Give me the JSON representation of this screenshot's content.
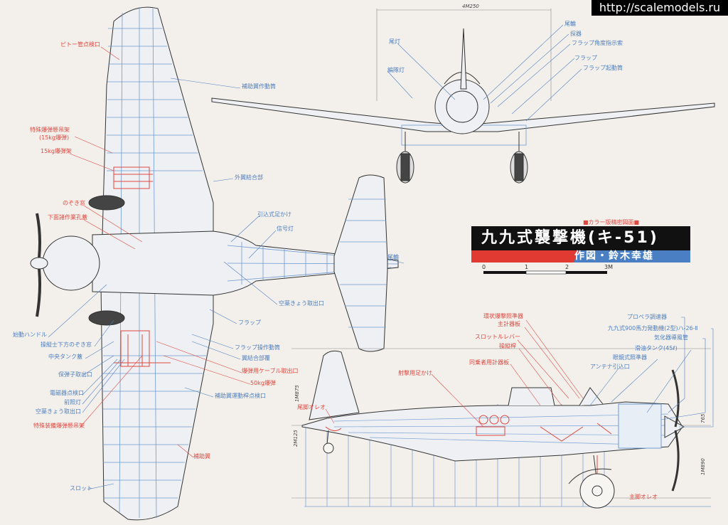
{
  "watermark": "http://scalemodels.ru",
  "title_block": {
    "kicker": "■カラー版精密図面■",
    "title": "九九式襲撃機(キ-51)",
    "author": "作図・鈴木幸雄",
    "scale_ticks": [
      "0",
      "1",
      "2",
      "3M"
    ]
  },
  "dimensions": {
    "span": "4M250",
    "fin_height": "1M875",
    "fuselage_height": "2M125",
    "nose_height": "765",
    "gear_height": "1M890"
  },
  "colors": {
    "blue": "#4d7fc0",
    "red": "#e0483f",
    "ink": "#333333",
    "paper": "#f3f0ec"
  },
  "labels": {
    "plan": [
      "ピトー管点検口",
      "特殊爆弾懸吊架",
      "(15kg爆弾)",
      "15kg爆弾架",
      "のぞき窓",
      "下面諸作業孔蓋",
      "始動ハンドル",
      "操縦士下方のぞき窓",
      "中央タンク蓋",
      "保弾子取出口",
      "電磁器点検口",
      "前照灯",
      "空薬きょう取出口",
      "特殊装備爆弾懸吊架",
      "スロット",
      "補助翼作動筒",
      "外翼結合部",
      "引込式足かけ",
      "信号灯",
      "空薬きょう取出口",
      "フラップ",
      "フラップ操作動筒",
      "翼結合部覆",
      "爆弾用ケーブル取出口",
      "50kg爆弾",
      "補助翼運動桿点検口",
      "補助翼",
      "尾輪"
    ],
    "front": [
      "尾灯",
      "編隊灯",
      "尾輪",
      "探器",
      "フラップ角度指示索",
      "フラップ",
      "フラップ起動筒"
    ],
    "side": [
      "環状爆撃照準器",
      "主計器板",
      "スロットルレバー",
      "操縦桿",
      "同乗者用計器板",
      "射撃用足かけ",
      "尾脚オレオ",
      "プロペラ調速器",
      "九九式900馬力発動機(2型)ハ-26-Ⅱ",
      "気化器導風管",
      "滑油タンク(45ℓ)",
      "眼鏡式照準器",
      "アンテナ引込口",
      "主脚オレオ"
    ]
  }
}
